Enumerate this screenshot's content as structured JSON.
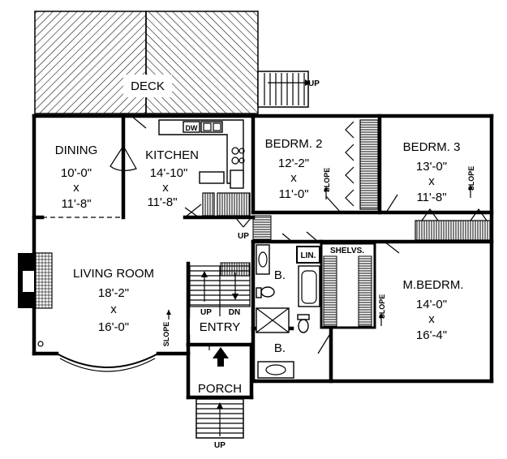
{
  "deck": {
    "label": "DECK",
    "stair_label": "UP"
  },
  "rooms": [
    {
      "id": "dining",
      "name": "DINING",
      "dim1": "10'-0\"",
      "x": "x",
      "dim2": "11'-8\""
    },
    {
      "id": "kitchen",
      "name": "KITCHEN",
      "dim1": "14'-10\"",
      "x": "x",
      "dim2": "11'-8\""
    },
    {
      "id": "bedroom2",
      "name": "BEDRM. 2",
      "dim1": "12'-2\"",
      "x": "x",
      "dim2": "11'-0\""
    },
    {
      "id": "bedroom3",
      "name": "BEDRM. 3",
      "dim1": "13'-0\"",
      "x": "x",
      "dim2": "11'-8\""
    },
    {
      "id": "living",
      "name": "LIVING ROOM",
      "dim1": "18'-2\"",
      "x": "x",
      "dim2": "16'-0\""
    },
    {
      "id": "master",
      "name": "M.BEDRM.",
      "dim1": "14'-0\"",
      "x": "x",
      "dim2": "16'-4\""
    }
  ],
  "labels": {
    "dw": "DW",
    "bath_upper": "B.",
    "bath_lower": "B.",
    "linen": "LIN.",
    "shelves": "SHELVS.",
    "entry": "ENTRY",
    "porch": "PORCH",
    "stair_up": "UP",
    "stair_dn": "DN",
    "hall_up": "UP",
    "porch_up": "UP",
    "slope": "SLOPE"
  }
}
